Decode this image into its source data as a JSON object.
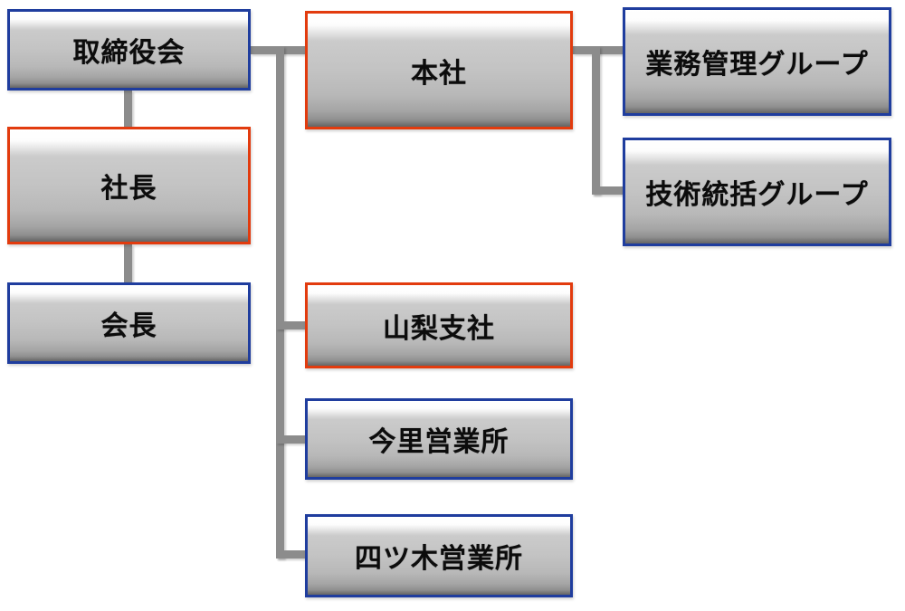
{
  "diagram": {
    "type": "organization-chart",
    "nodes": [
      {
        "id": "board",
        "label": "取締役会",
        "border_color_name": "blue"
      },
      {
        "id": "president",
        "label": "社長",
        "border_color_name": "red"
      },
      {
        "id": "chairman",
        "label": "会長",
        "border_color_name": "blue"
      },
      {
        "id": "head-office",
        "label": "本社",
        "border_color_name": "red"
      },
      {
        "id": "business-group",
        "label": "業務管理グループ",
        "border_color_name": "blue"
      },
      {
        "id": "technical-group",
        "label": "技術統括グループ",
        "border_color_name": "blue"
      },
      {
        "id": "yamanashi-branch",
        "label": "山梨支社",
        "border_color_name": "red"
      },
      {
        "id": "imazato-office",
        "label": "今里営業所",
        "border_color_name": "blue"
      },
      {
        "id": "yotsugi-office",
        "label": "四ツ木営業所",
        "border_color_name": "blue"
      }
    ],
    "edges": [
      {
        "from": "取締役会",
        "to": "社長"
      },
      {
        "from": "社長",
        "to": "会長"
      },
      {
        "from": "取締役会",
        "to": "本社"
      },
      {
        "from": "本社",
        "to": "業務管理グループ"
      },
      {
        "from": "本社",
        "to": "技術統括グループ"
      },
      {
        "from": "取締役会",
        "to": "山梨支社"
      },
      {
        "from": "取締役会",
        "to": "今里営業所"
      },
      {
        "from": "取締役会",
        "to": "四ツ木営業所"
      }
    ],
    "colors": {
      "border_blue": "#1f3d9e",
      "border_red": "#e23b0e",
      "connector_gray": "#8c8c8c",
      "box_fill_top": "#ffffff",
      "box_fill_mid": "#c3c3c3",
      "box_fill_bottom": "#666666",
      "text": "#0c0c0c",
      "background": "#ffffff"
    }
  }
}
